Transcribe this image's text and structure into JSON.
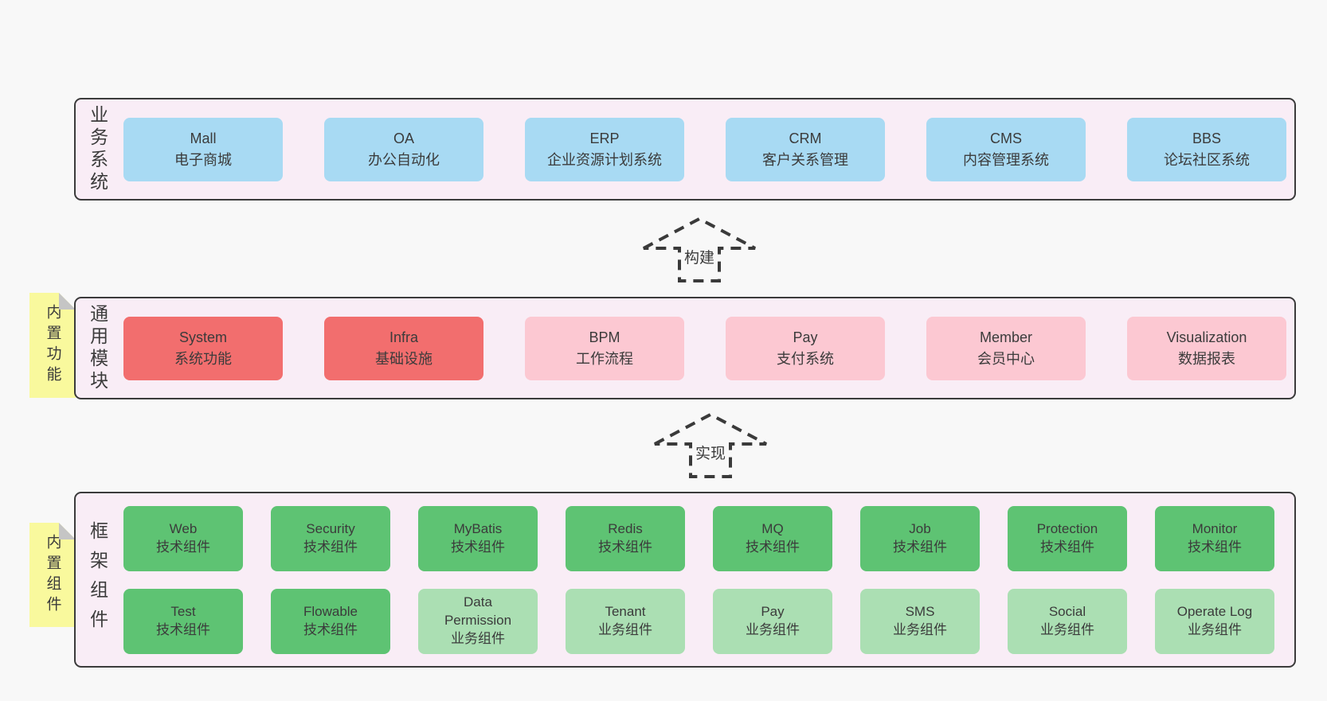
{
  "colors": {
    "page_bg": "#f8f8f8",
    "band_bg": "#f9edf6",
    "band_border": "#3b3b3b",
    "box_blue": "#a8daf3",
    "box_red": "#f26e6e",
    "box_pink": "#fcc8d2",
    "box_green": "#5ec373",
    "box_green_light": "#abdfb3",
    "note_yellow": "#f9f99d",
    "note_fold": "#c5c5c5",
    "text": "#3b3b3b"
  },
  "arrows": [
    {
      "label": "构建"
    },
    {
      "label": "实现"
    }
  ],
  "notes": [
    {
      "text": "内置功能"
    },
    {
      "text": "内置组件"
    }
  ],
  "bands": [
    {
      "label": "业务系统",
      "boxes": [
        {
          "en": "Mall",
          "zh": "电子商城"
        },
        {
          "en": "OA",
          "zh": "办公自动化"
        },
        {
          "en": "ERP",
          "zh": "企业资源计划系统"
        },
        {
          "en": "CRM",
          "zh": "客户关系管理"
        },
        {
          "en": "CMS",
          "zh": "内容管理系统"
        },
        {
          "en": "BBS",
          "zh": "论坛社区系统"
        }
      ]
    },
    {
      "label": "通用模块",
      "boxes": [
        {
          "en": "System",
          "zh": "系统功能"
        },
        {
          "en": "Infra",
          "zh": "基础设施"
        },
        {
          "en": "BPM",
          "zh": "工作流程"
        },
        {
          "en": "Pay",
          "zh": "支付系统"
        },
        {
          "en": "Member",
          "zh": "会员中心"
        },
        {
          "en": "Visualization",
          "zh": "数据报表"
        }
      ]
    },
    {
      "label": "框架组件",
      "rows": [
        [
          {
            "en": "Web",
            "zh": "技术组件"
          },
          {
            "en": "Security",
            "zh": "技术组件"
          },
          {
            "en": "MyBatis",
            "zh": "技术组件"
          },
          {
            "en": "Redis",
            "zh": "技术组件"
          },
          {
            "en": "MQ",
            "zh": "技术组件"
          },
          {
            "en": "Job",
            "zh": "技术组件"
          },
          {
            "en": "Protection",
            "zh": "技术组件"
          },
          {
            "en": "Monitor",
            "zh": "技术组件"
          }
        ],
        [
          {
            "en": "Test",
            "zh": "技术组件"
          },
          {
            "en": "Flowable",
            "zh": "技术组件"
          },
          {
            "en": "Data\nPermission",
            "zh": "业务组件"
          },
          {
            "en": "Tenant",
            "zh": "业务组件"
          },
          {
            "en": "Pay",
            "zh": "业务组件"
          },
          {
            "en": "SMS",
            "zh": "业务组件"
          },
          {
            "en": "Social",
            "zh": "业务组件"
          },
          {
            "en": "Operate Log",
            "zh": "业务组件"
          }
        ]
      ]
    }
  ]
}
